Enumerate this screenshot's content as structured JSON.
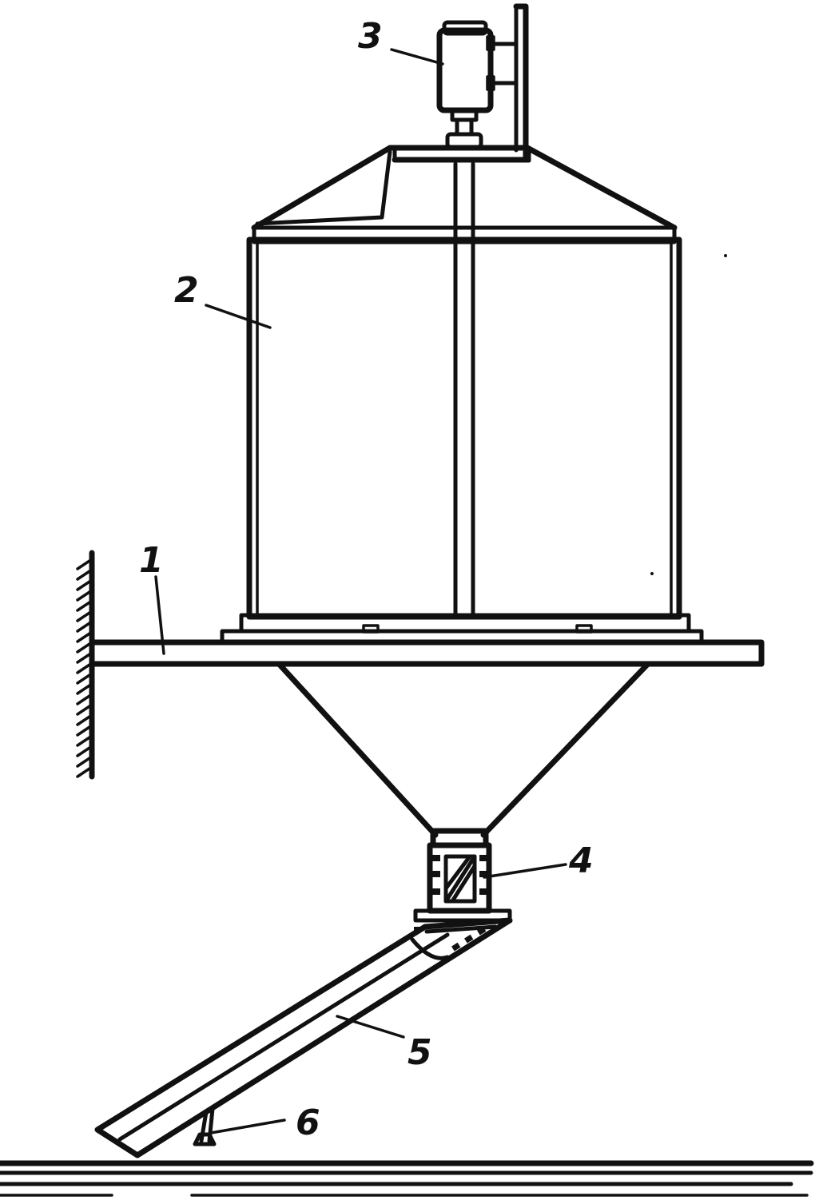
{
  "figure": {
    "callouts": [
      {
        "label": "1",
        "part": "bracket"
      },
      {
        "label": "2",
        "part": "tank"
      },
      {
        "label": "3",
        "part": "motor"
      },
      {
        "label": "4",
        "part": "valve"
      },
      {
        "label": "5",
        "part": "chute"
      },
      {
        "label": "6",
        "part": "support"
      }
    ]
  },
  "colors": {
    "ink": "#111111",
    "paper": "#ffffff"
  }
}
